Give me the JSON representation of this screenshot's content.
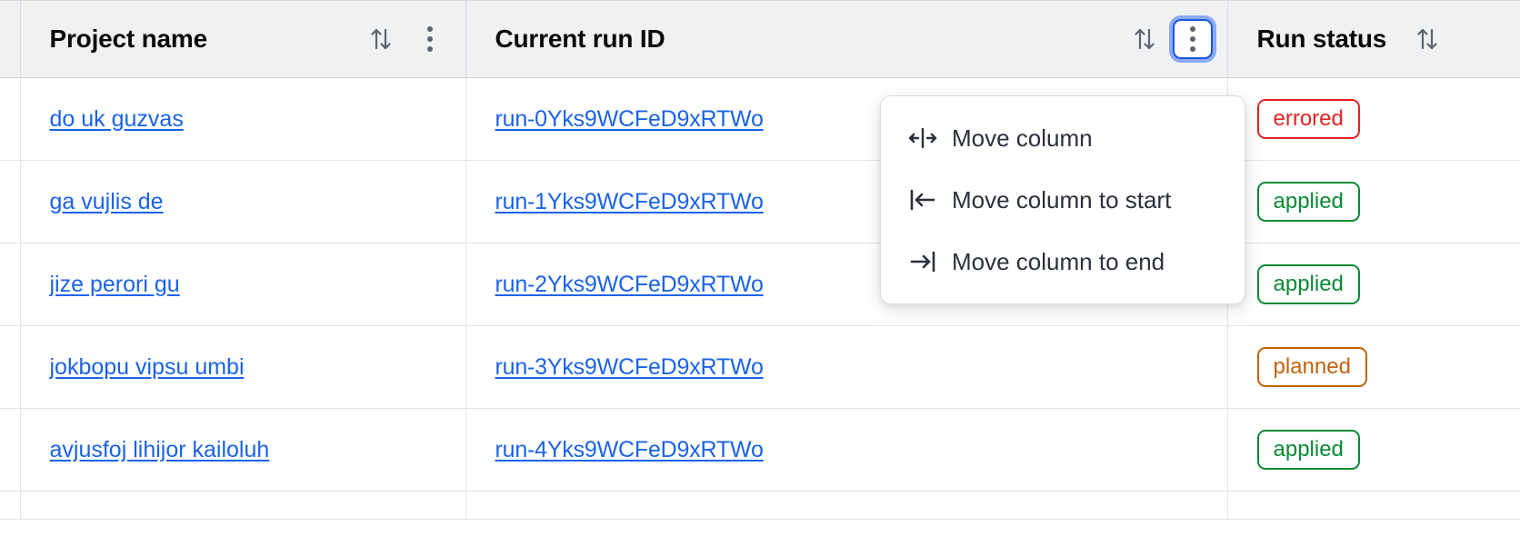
{
  "table": {
    "columns": [
      {
        "id": "gutter",
        "label": ""
      },
      {
        "id": "project",
        "label": "Project name"
      },
      {
        "id": "runid",
        "label": "Current run ID"
      },
      {
        "id": "status",
        "label": "Run status"
      }
    ],
    "rows": [
      {
        "project": "do uk guzvas",
        "run_id": "run-0Yks9WCFeD9xRTWo",
        "status": "errored",
        "status_kind": "errored"
      },
      {
        "project": "ga vujlis de",
        "run_id": "run-1Yks9WCFeD9xRTWo",
        "status": "applied",
        "status_kind": "applied"
      },
      {
        "project": "jize perori gu",
        "run_id": "run-2Yks9WCFeD9xRTWo",
        "status": "applied",
        "status_kind": "applied"
      },
      {
        "project": "jokbopu vipsu umbi",
        "run_id": "run-3Yks9WCFeD9xRTWo",
        "status": "planned",
        "status_kind": "planned"
      },
      {
        "project": "avjusfoj lihijor kailoluh",
        "run_id": "run-4Yks9WCFeD9xRTWo",
        "status": "applied",
        "status_kind": "applied"
      }
    ]
  },
  "header_controls": {
    "sort_icon": "sort-ascending-descending-icon",
    "kebab_icon": "more-options-icon",
    "focused_column": "Current run ID"
  },
  "context_menu": {
    "open_for_column": "Current run ID",
    "items": [
      {
        "icon": "move-column-icon",
        "label": "Move column"
      },
      {
        "icon": "move-column-to-start-icon",
        "label": "Move column to start"
      },
      {
        "icon": "move-column-to-end-icon",
        "label": "Move column to end"
      }
    ]
  },
  "colors": {
    "link": "#1b63e8",
    "focus_ring": "#3b70f0",
    "header_bg": "#f0f1f3",
    "errored": "#e02424",
    "applied": "#0b8a35",
    "planned": "#c1620c"
  }
}
